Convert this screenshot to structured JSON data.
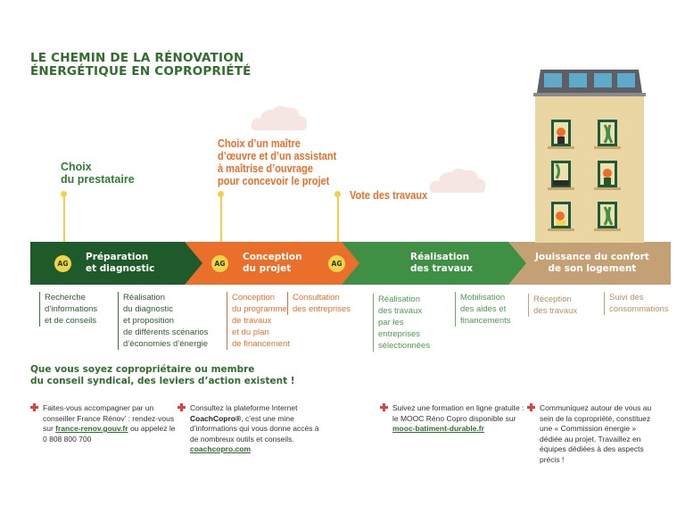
{
  "title": "LE CHEMIN DE LA RÉNOVATION\nÉNERGÉTIQUE EN COPROPRIÉTÉ",
  "milestones": [
    "Choix\ndu prestataire",
    "Choix d’un maître\nd’œuvre et d’un assistant\nà maîtrise d’ouvrage\npour concevoir le projet",
    "Vote des travaux"
  ],
  "ag_label": "AG",
  "phases": [
    {
      "label": "Préparation\net diagnostic",
      "color": "#1f5a2a"
    },
    {
      "label": "Conception\ndu projet",
      "color": "#e96f2b"
    },
    {
      "label": "Réalisation\ndes travaux",
      "color": "#3f8f45"
    },
    {
      "label": "Jouissance du confort\nde son logement",
      "color": "#c4a174"
    }
  ],
  "steps": [
    "Recherche\nd’informations\net de conseils",
    "Réalisation\ndu diagnostic\net proposition\nde différents scénarios\nd’économies d’énergie",
    "Conception\ndu programme\nde travaux\net du plan\nde financement",
    "Consultation\ndes entreprises",
    "Réalisation\ndes travaux\npar les\nentreprises\nsélectionnées",
    "Mobilisation\ndes aides et\nfinancements",
    "Réception\ndes travaux",
    "Suivi des\nconsommations"
  ],
  "subhead": "Que vous soyez copropriétaire ou membre\ndu conseil syndical, des leviers d’action existent !",
  "levers": {
    "l1": {
      "a": "Faites-vous accompagner par un conseiller France Rénov’ : rendez-vous sur ",
      "link": "france-renov.gouv.fr",
      "b": " ou appelez le 0 808 800 700"
    },
    "l2": {
      "a": "Consultez la plateforme Internet ",
      "bold": "CoachCopro®",
      "b": ", c’est une mine d’informations qui vous donne accès à de nombreux outils et conseils. ",
      "link": "coachcopro.com"
    },
    "l3": {
      "a": "Suivez une formation en ligne gratuite : le MOOC Réno Copro disponible sur ",
      "link": "mooc-batiment-durable.fr"
    },
    "l4": {
      "a": "Communiquez autour de vous au sein de la copropriété, constituez une « Commission énergie » dédiée au projet. Travaillez en équipes dédiées à des aspects précis !"
    }
  },
  "colors": {
    "dark_green": "#1f5a2a",
    "orange": "#e96f2b",
    "green": "#3f8f45",
    "tan": "#c4a174",
    "yellow": "#f3d34a",
    "cross_red": "#e0413a"
  }
}
